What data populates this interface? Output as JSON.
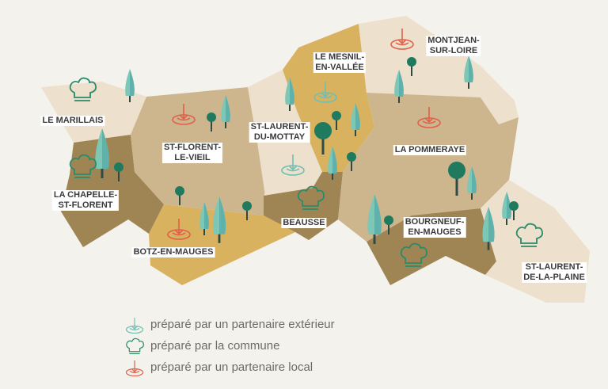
{
  "colors": {
    "background": "#f4f2ec",
    "light": "#ede0cc",
    "mid": "#cdb68e",
    "dark": "#a08554",
    "gold": "#d9b260",
    "exterieur": "#6fbfb5",
    "commune": "#2b8a6a",
    "local": "#e0604a",
    "tree_light": "#7cc7b5",
    "tree_dark": "#1f7a5e"
  },
  "communes": [
    {
      "name": "LE MARILLAIS",
      "fill": "light",
      "provider": "commune"
    },
    {
      "name": "LA CHAPELLE-\nST-FLORENT",
      "fill": "dark",
      "provider": "commune"
    },
    {
      "name": "ST-FLORENT-\nLE-VIEIL",
      "fill": "mid",
      "provider": "local"
    },
    {
      "name": "BOTZ-EN-MAUGES",
      "fill": "gold",
      "provider": "local"
    },
    {
      "name": "ST-LAURENT-\nDU-MOTTAY",
      "fill": "light",
      "provider": "exterieur"
    },
    {
      "name": "BEAUSSE",
      "fill": "dark",
      "provider": "commune"
    },
    {
      "name": "LE MESNIL-\nEN-VALLÉE",
      "fill": "gold",
      "provider": "exterieur"
    },
    {
      "name": "MONTJEAN-\nSUR-LOIRE",
      "fill": "light",
      "provider": "local"
    },
    {
      "name": "LA POMMERAYE",
      "fill": "mid",
      "provider": "local"
    },
    {
      "name": "BOURGNEUF-\nEN-MAUGES",
      "fill": "dark",
      "provider": "commune"
    },
    {
      "name": "ST-LAURENT-\nDE-LA-PLAINE",
      "fill": "light",
      "provider": "commune"
    }
  ],
  "legend": [
    {
      "icon": "plate-arrow-icon",
      "provider": "exterieur",
      "label": "préparé par un partenaire extérieur"
    },
    {
      "icon": "chef-hat-icon",
      "provider": "commune",
      "label": "préparé par la commune"
    },
    {
      "icon": "plate-arrow-icon",
      "provider": "local",
      "label": "préparé par un partenaire local"
    }
  ]
}
